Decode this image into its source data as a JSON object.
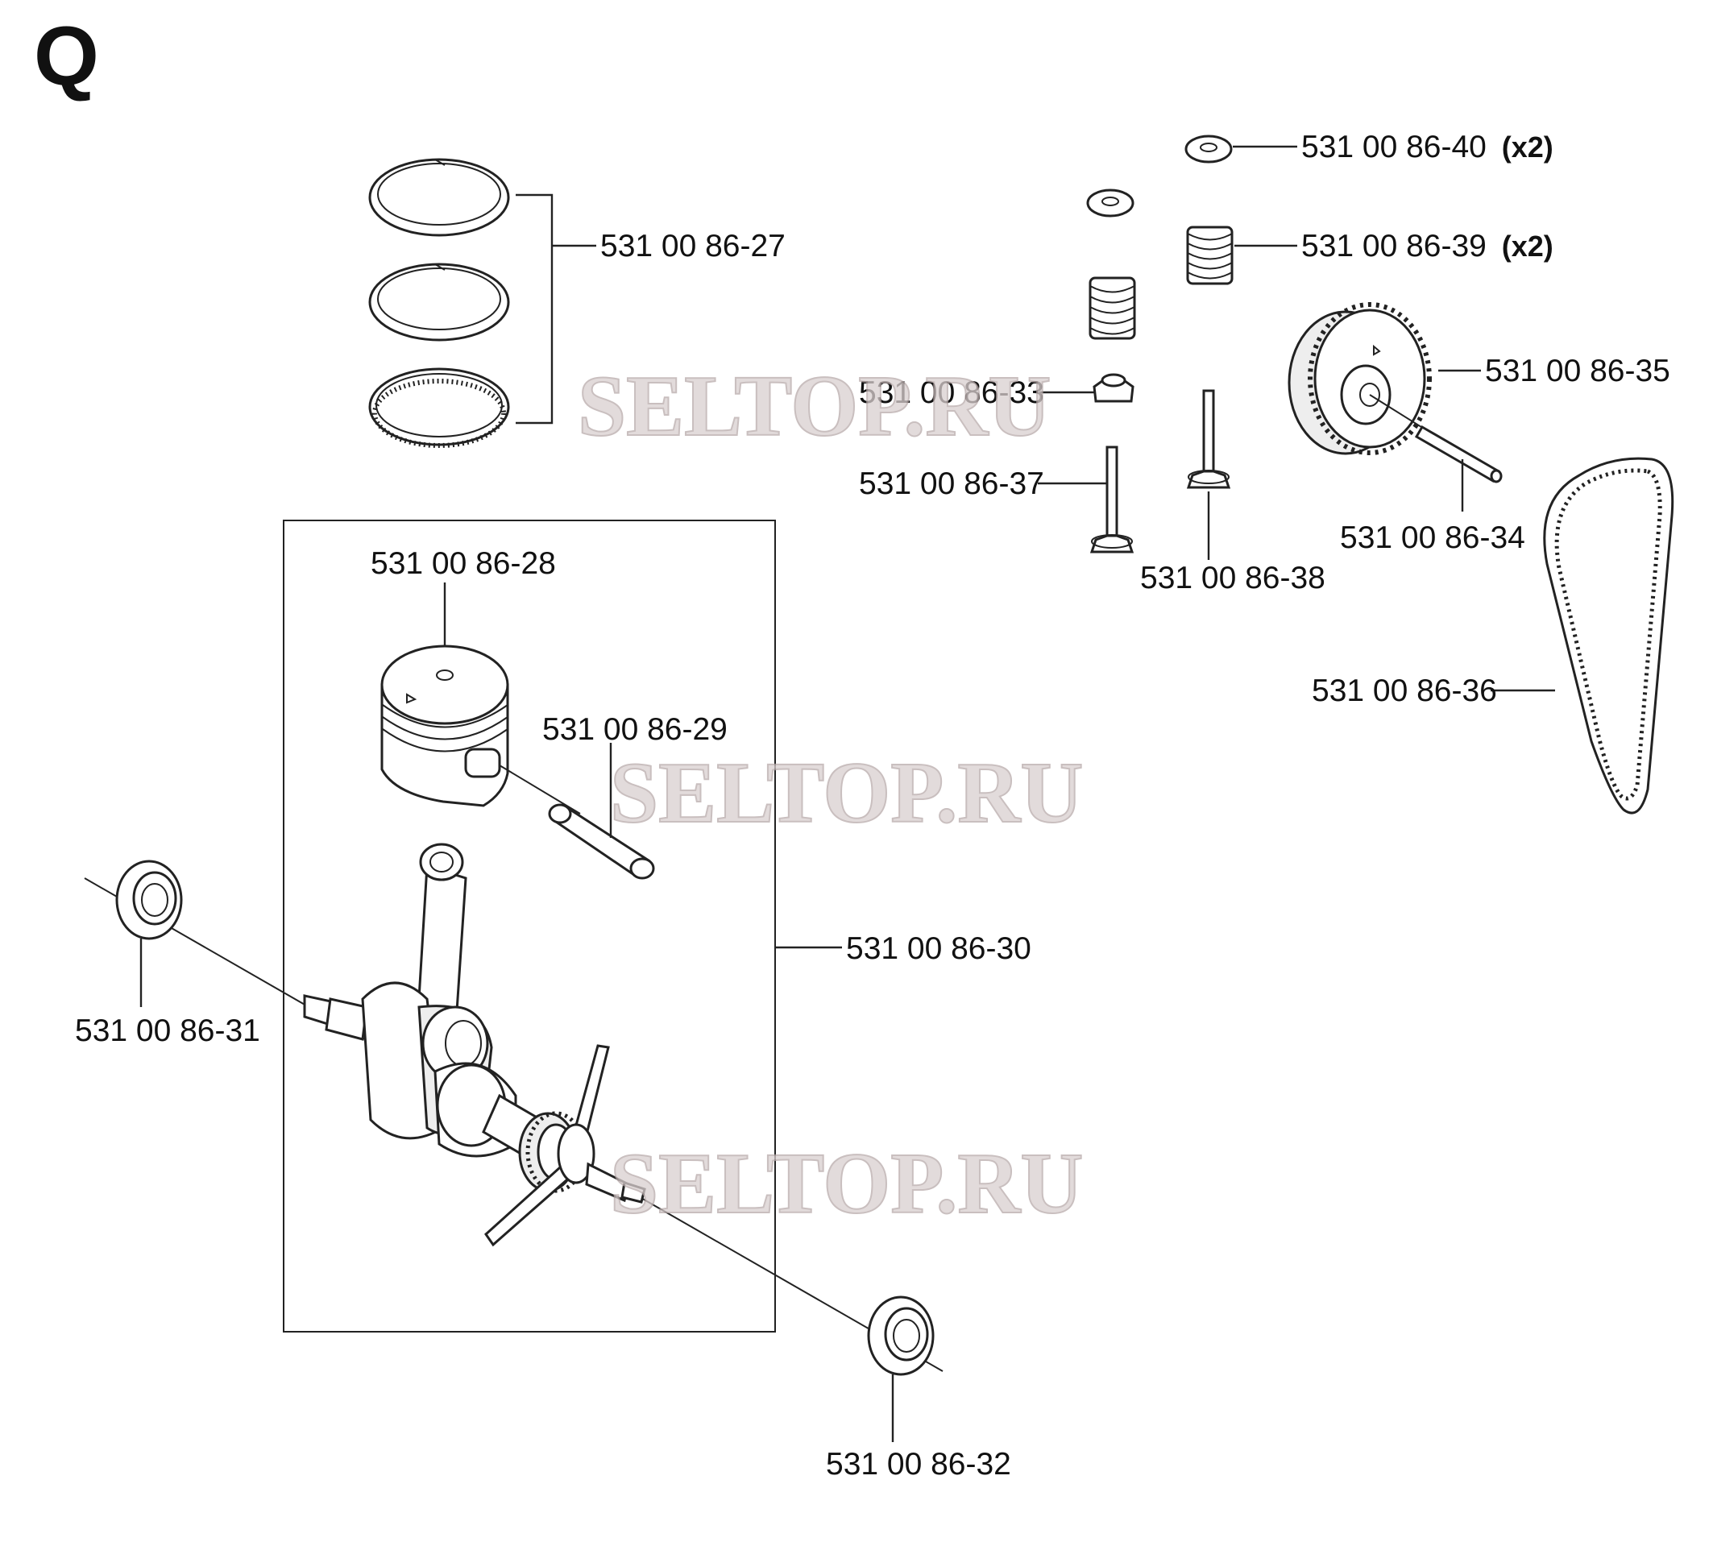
{
  "section_letter": "Q",
  "watermark": "SELTOP.RU",
  "parts": {
    "p27": {
      "number": "531 00 86-27"
    },
    "p28": {
      "number": "531 00 86-28"
    },
    "p29": {
      "number": "531 00 86-29"
    },
    "p30": {
      "number": "531 00 86-30"
    },
    "p31": {
      "number": "531 00 86-31"
    },
    "p32": {
      "number": "531 00 86-32"
    },
    "p33": {
      "number": "531 00 86-33"
    },
    "p34": {
      "number": "531 00 86-34"
    },
    "p35": {
      "number": "531 00 86-35"
    },
    "p36": {
      "number": "531 00 86-36"
    },
    "p37": {
      "number": "531 00 86-37"
    },
    "p38": {
      "number": "531 00 86-38"
    },
    "p39": {
      "number": "531 00 86-39",
      "qty": "(x2)"
    },
    "p40": {
      "number": "531 00 86-40",
      "qty": "(x2)"
    }
  }
}
